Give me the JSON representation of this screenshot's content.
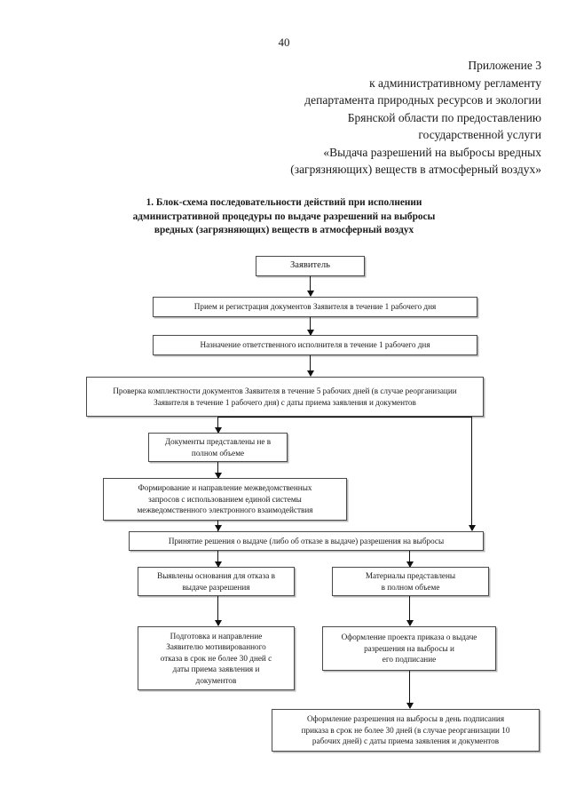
{
  "document": {
    "page_number": "40",
    "appendix_lines": [
      "Приложение 3",
      "к административному регламенту",
      "департамента природных ресурсов и экологии",
      "Брянской области по предоставлению",
      "государственной услуги",
      "«Выдача разрешений на выбросы вредных",
      "(загрязняющих) веществ в атмосферный воздух»"
    ],
    "title_lines": [
      "1. Блок-схема последовательности действий при исполнении",
      "административной процедуры по выдаче разрешений на выбросы",
      "вредных (загрязняющих) веществ в атмосферный воздух"
    ]
  },
  "flowchart": {
    "nodes": {
      "applicant": "Заявитель",
      "receive_register": "Прием и регистрация документов Заявителя в течение 1 рабочего дня",
      "assign_executor": "Назначение ответственного исполнителя в течение 1 рабочего дня",
      "completeness_check_line1": "Проверка комплектности документов Заявителя в течение 5 рабочих дней (в случае реорганизации",
      "completeness_check_line2": "Заявителя в течение 1 рабочего дня) с даты приема заявления и документов",
      "docs_incomplete_line1": "Документы представлены не в",
      "docs_incomplete_line2": "полном объеме",
      "interagency_line1": "Формирование и направление межведомственных",
      "interagency_line2": "запросов с использованием единой системы",
      "interagency_line3": "межведомственного  электронного взаимодействия",
      "decision": "Принятие решения о выдаче (либо об отказе в выдаче) разрешения на выбросы",
      "refusal_grounds_line1": "Выявлены основания для отказа в",
      "refusal_grounds_line2": "выдаче разрешения",
      "materials_complete_line1": "Материалы представлены",
      "materials_complete_line2": "в полном объеме",
      "refusal_prepare_line1": "Подготовка и направление",
      "refusal_prepare_line2": "Заявителю мотивированного",
      "refusal_prepare_line3": "отказа в срок не более 30 дней с",
      "refusal_prepare_line4": "даты приема заявления и",
      "refusal_prepare_line5": "документов",
      "order_draft_line1": "Оформление проекта приказа о выдаче",
      "order_draft_line2": "разрешения на выбросы и",
      "order_draft_line3": "его подписание",
      "permit_issue_line1": "Оформление разрешения на выбросы в день подписания",
      "permit_issue_line2": "приказа в срок не более 30 дней (в случае реорганизации 10",
      "permit_issue_line3": "рабочих дней) с даты приема заявления и документов"
    }
  }
}
